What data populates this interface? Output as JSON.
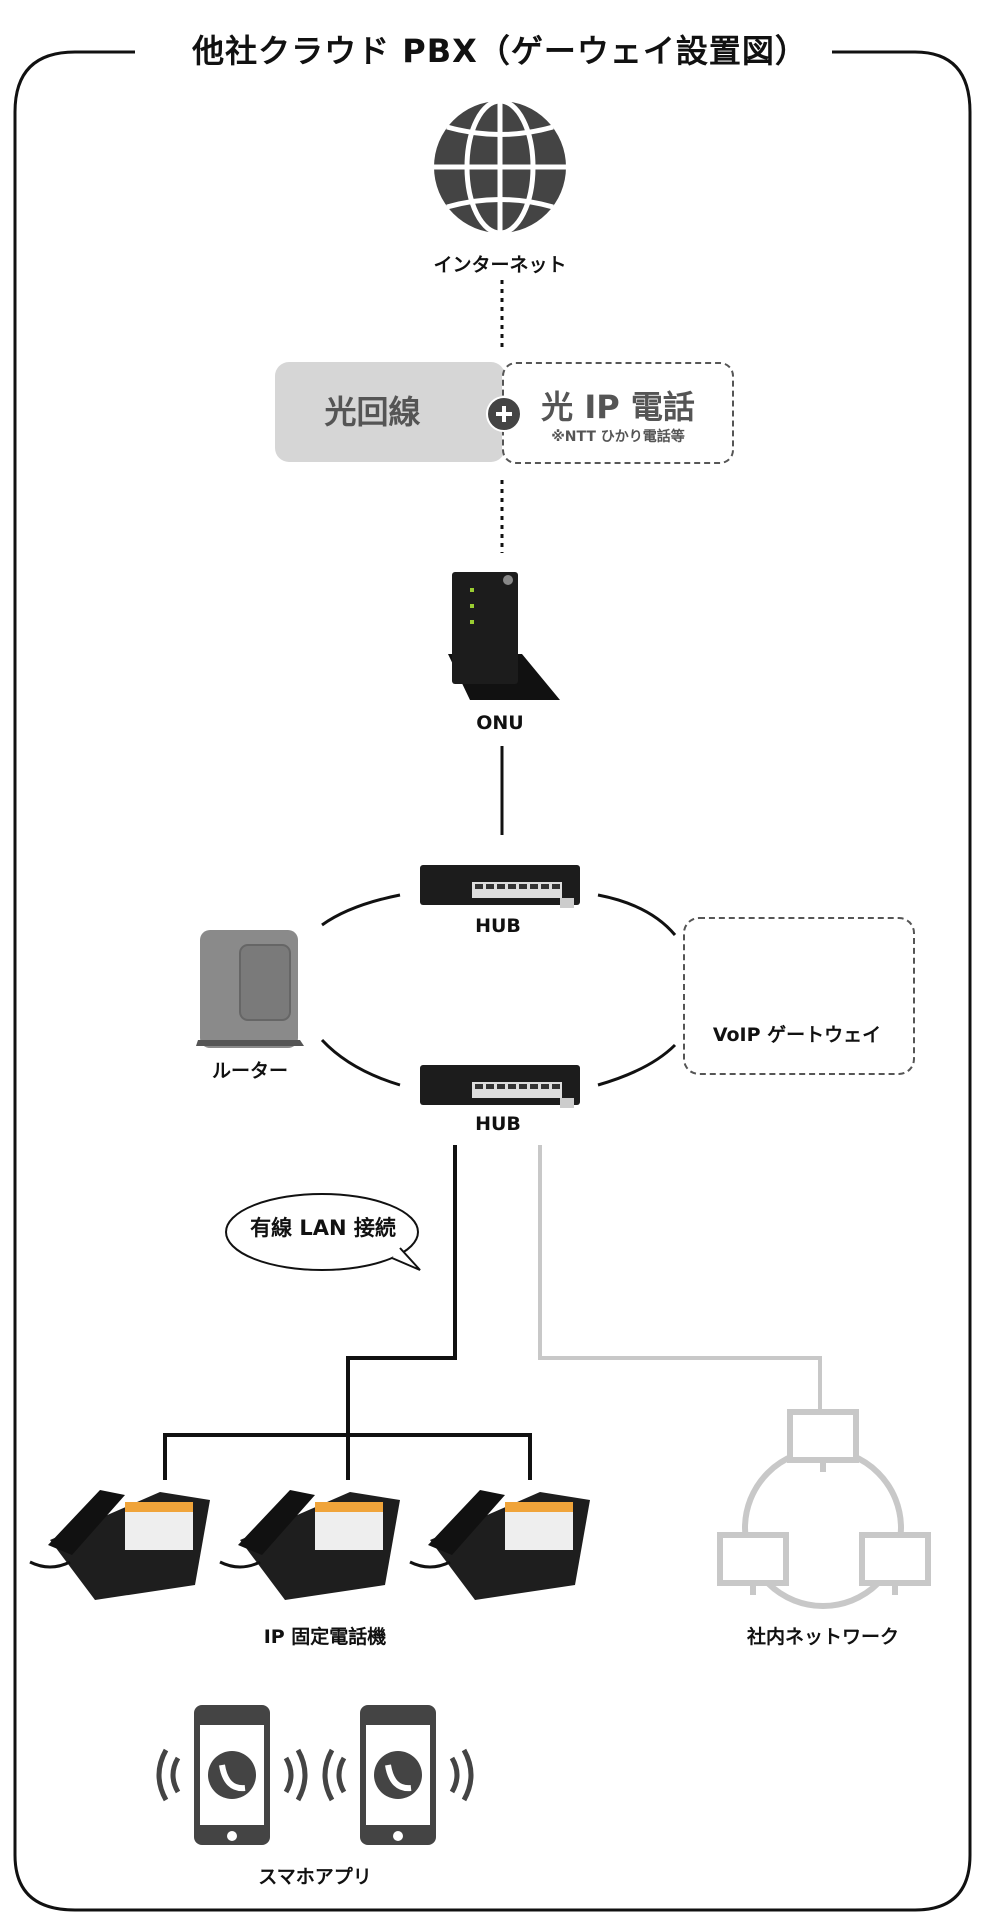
{
  "title": "他社クラウド PBX（ゲーウェイ設置図）",
  "nodes": {
    "internet": "インターネット",
    "optical_line": "光回線",
    "ip_phone_service": "光 IP 電話",
    "ip_phone_service_note": "※NTT ひかり電話等",
    "onu": "ONU",
    "hub_top": "HUB",
    "hub_bottom": "HUB",
    "router": "ルーター",
    "voip_gateway": "VoIP ゲートウェイ",
    "wired_lan": "有線 LAN 接続",
    "ip_phones": "IP 固定電話機",
    "office_network": "社内ネットワーク",
    "smartphones": "スマホアプリ"
  },
  "colors": {
    "line": "#111111",
    "muted": "#c8c8c8",
    "device": "#1e1e1e",
    "screen": "#f0a43a"
  }
}
